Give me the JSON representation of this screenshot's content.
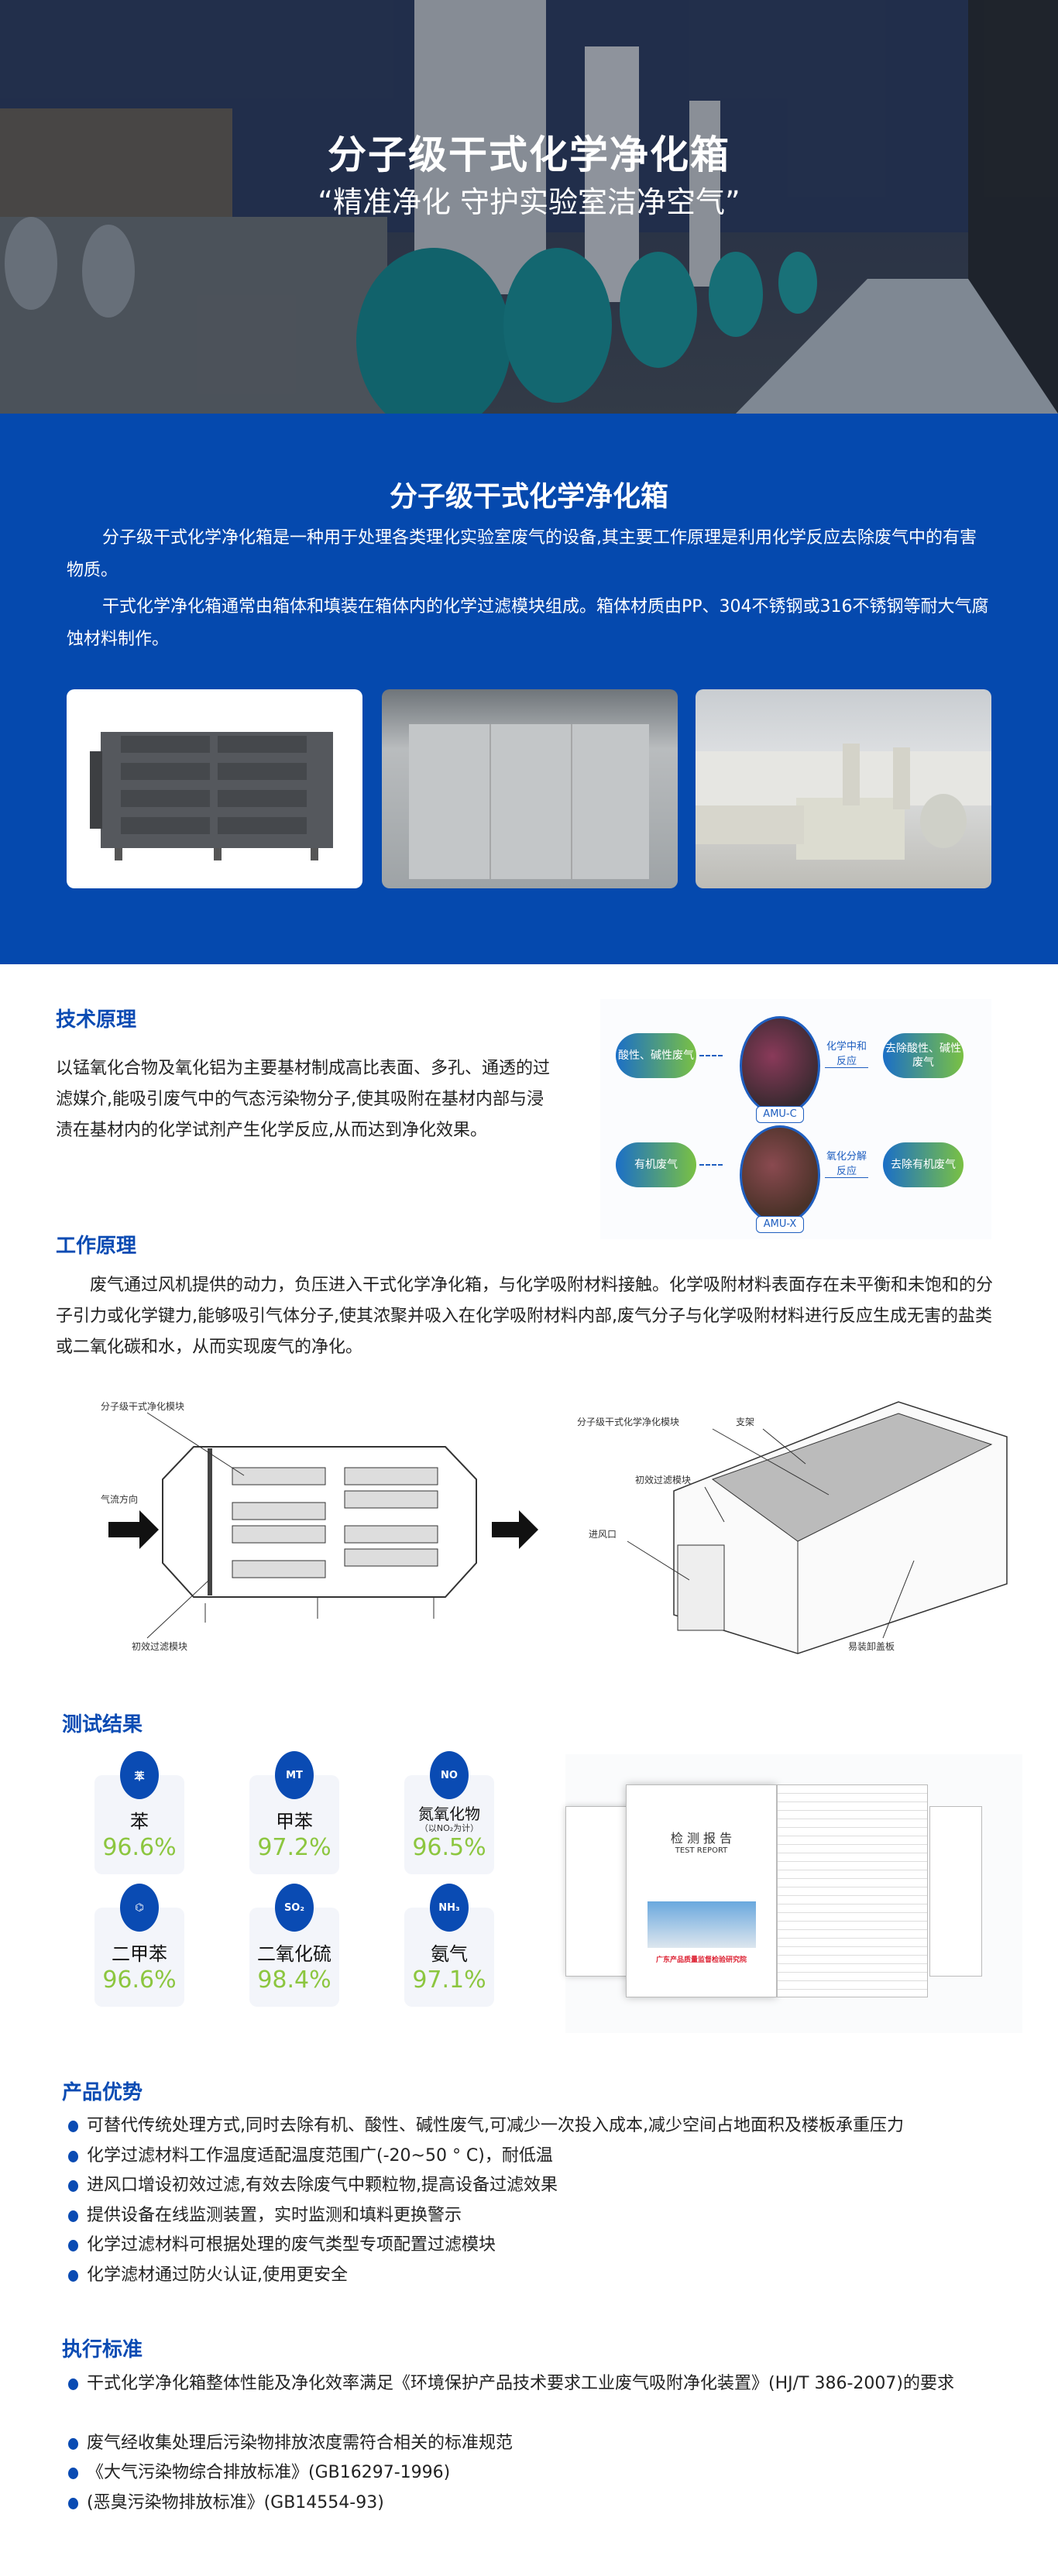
{
  "hero": {
    "title": "分子级干式化学净化箱",
    "subtitle": "“精准净化  守护实验室洁净空气”"
  },
  "intro": {
    "title": "分子级干式化学净化箱",
    "paragraphs": [
      "分子级干式化学净化箱是一种用于处理各类理化实验室废气的设备,其主要工作原理是利用化学反应去除废气中的有害物质。",
      "干式化学净化箱通常由箱体和填装在箱体内的化学过滤模块组成。箱体材质由PP、304不锈钢或316不锈钢等耐大气腐蚀材料制作。"
    ]
  },
  "tech": {
    "heading": "技术原理",
    "text": "以锰氧化合物及氧化铝为主要基材制成高比表面、多孔、通透的过滤媒介,能吸引废气中的气态污染物分子,使其吸附在基材内部与浸渍在基材内的化学试剂产生化学反应,从而达到净化效果。",
    "diagram": [
      {
        "input": "酸性、碱性废气",
        "media": "AMU-C",
        "reaction": "化学中和反应",
        "output": "去除酸性、碱性废气"
      },
      {
        "input": "有机废气",
        "media": "AMU-X",
        "reaction": "氧化分解反应",
        "output": "去除有机废气"
      }
    ]
  },
  "work": {
    "heading": "工作原理",
    "text": "废气通过风机提供的动力，负压进入干式化学净化箱，与化学吸附材料接触。化学吸附材料表面存在未平衡和未饱和的分子引力或化学键力,能够吸引气体分子,使其浓聚并吸入在化学吸附材料内部,废气分子与化学吸附材料进行反应生成无害的盐类或二氧化碳和水，从而实现废气的净化。",
    "left_labels": {
      "module": "分子级干式净化模块",
      "airflow": "气流方向",
      "prefilter": "初效过滤模块"
    },
    "right_labels": {
      "module": "分子级干式化学净化模块",
      "frame": "支架",
      "prefilter": "初效过滤模块",
      "inlet": "进风口",
      "cover": "易装卸盖板"
    }
  },
  "test": {
    "heading": "测试结果",
    "items": [
      {
        "name": "苯",
        "note": "",
        "value": "96.6%",
        "icon": "benzene-icon",
        "glyph": "苯"
      },
      {
        "name": "甲苯",
        "note": "",
        "value": "97.2%",
        "icon": "toluene-icon",
        "glyph": "MT"
      },
      {
        "name": "氮氧化物",
        "note": "（以NO₂为计）",
        "value": "96.5%",
        "icon": "nox-icon",
        "glyph": "NO"
      },
      {
        "name": "二甲苯",
        "note": "",
        "value": "96.6%",
        "icon": "xylene-icon",
        "glyph": "⌬"
      },
      {
        "name": "二氧化硫",
        "note": "",
        "value": "98.4%",
        "icon": "so2-icon",
        "glyph": "SO₂"
      },
      {
        "name": "氨气",
        "note": "",
        "value": "97.1%",
        "icon": "nh3-icon",
        "glyph": "NH₃"
      }
    ],
    "report": {
      "title": "检 测 报 告",
      "subtitle": "TEST REPORT",
      "issuer": "广东产品质量监督检验研究院"
    }
  },
  "advantages": {
    "heading": "产品优势",
    "items": [
      "可替代传统处理方式,同时去除有机、酸性、碱性废气,可减少一次投入成本,减少空间占地面积及楼板承重压力",
      "化学过滤材料工作温度适配温度范围广(-20~50 ° C)，耐低温",
      "进风口增设初效过滤,有效去除废气中颗粒物,提高设备过滤效果",
      "提供设备在线监测装置，实时监测和填料更换警示",
      "化学过滤材料可根据处理的废气类型专项配置过滤模块",
      "化学滤材通过防火认证,使用更安全"
    ]
  },
  "standards": {
    "heading": "执行标准",
    "items": [
      "干式化学净化箱整体性能及净化效率满足《环境保护产品技术要求工业废气吸附净化装置》(HJ/T 386-2007)的要求",
      "废气经收集处理后污染物排放浓度需符合相关的标准规范",
      "《大气污染物综合排放标准》(GB16297-1996)",
      "(恶臭污染物排放标准》(GB14554-93)"
    ]
  },
  "colors": {
    "brand_blue": "#0549ae",
    "heading_blue": "#0a4bb3",
    "value_green": "#8cc63f"
  }
}
